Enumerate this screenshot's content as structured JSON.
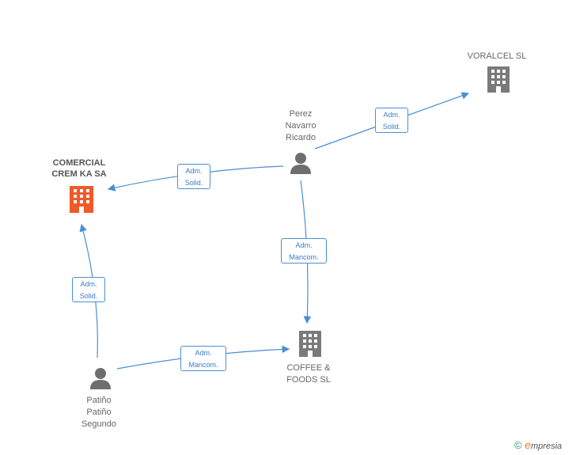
{
  "nodes": {
    "voralcel": {
      "label": "VORALCEL SL"
    },
    "perez": {
      "label": "Perez\nNavarro\nRicardo"
    },
    "comercial": {
      "label": "COMERCIAL\nCREM KA SA"
    },
    "coffee": {
      "label": "COFFEE &\nFOODS SL"
    },
    "patino": {
      "label": "Patiño\nPatiño\nSegundo"
    }
  },
  "edges": [
    {
      "line1": "Adm.",
      "line2": "Solid."
    },
    {
      "line1": "Adm.",
      "line2": "Solid."
    },
    {
      "line1": "Adm.",
      "line2": "Mancom."
    },
    {
      "line1": "Adm.",
      "line2": "Solid."
    },
    {
      "line1": "Adm.",
      "line2": "Mancom."
    }
  ],
  "footer": {
    "copyright": "©",
    "brand_first": "e",
    "brand_rest": "mpresia"
  },
  "colors": {
    "edge": "#4a8fd4",
    "company": "#7a7a7a",
    "highlight": "#f05a28",
    "person": "#6e6e6e"
  }
}
